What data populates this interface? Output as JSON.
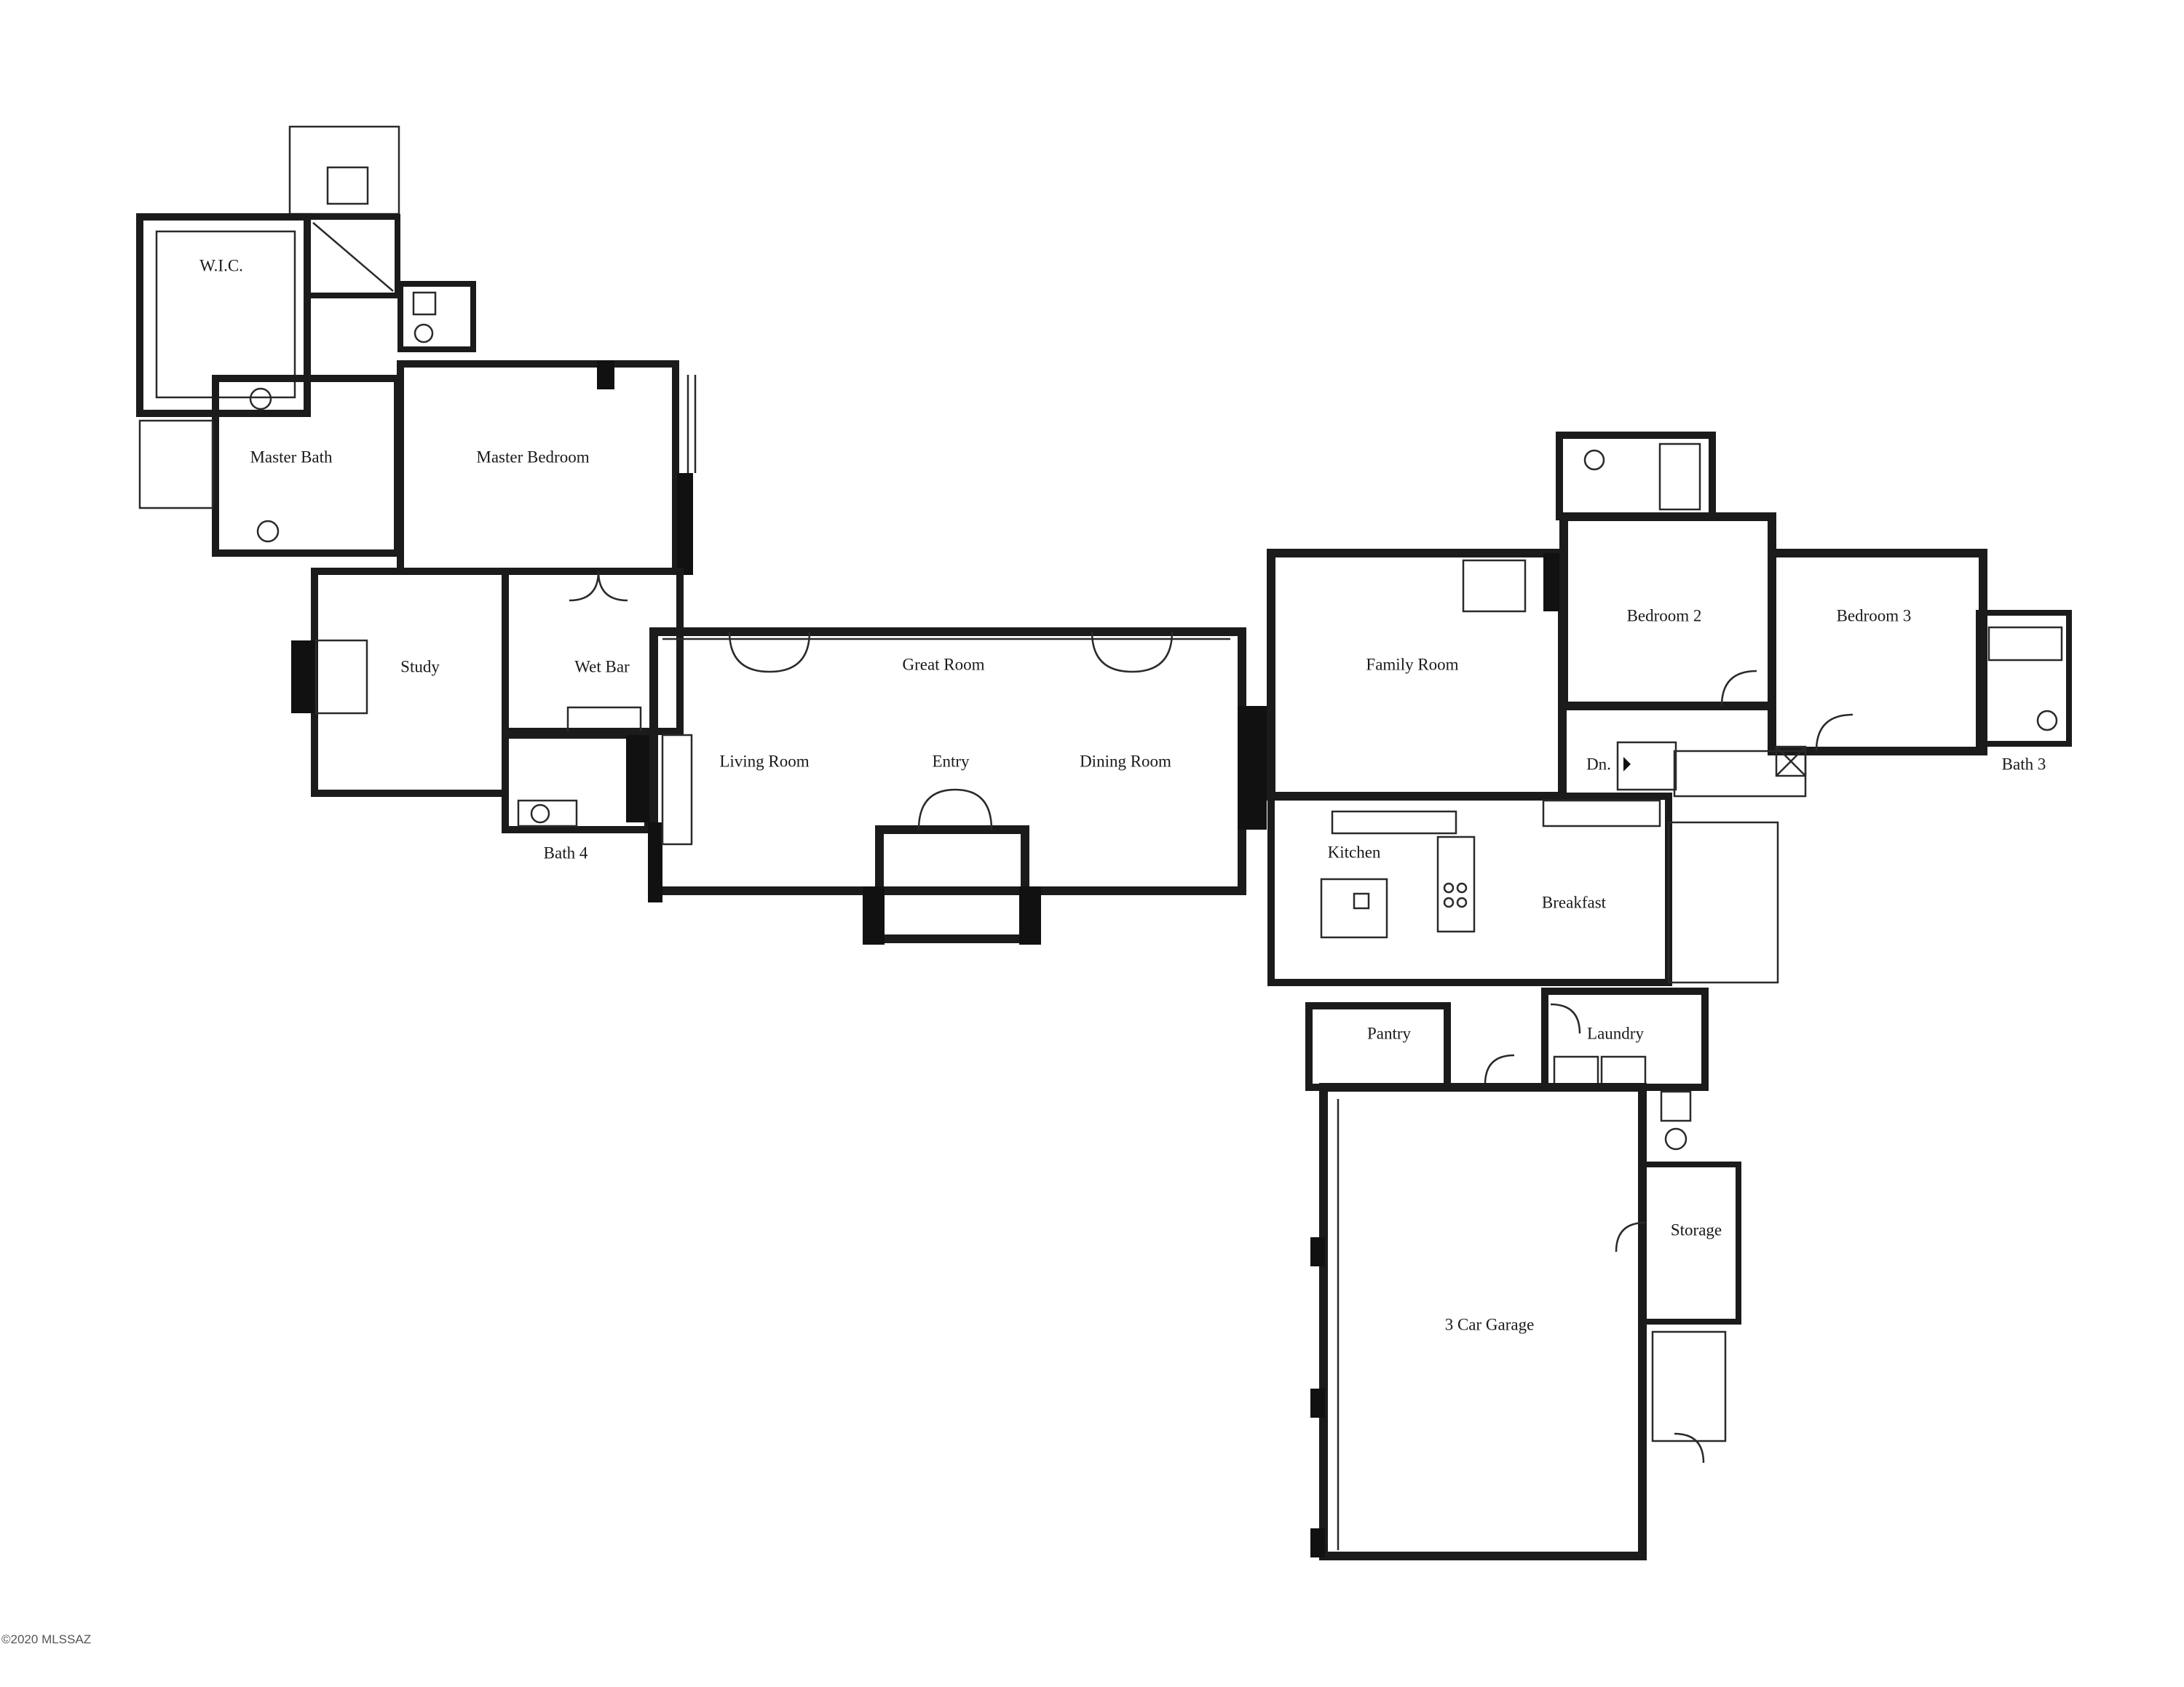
{
  "rooms": {
    "wic": "W.I.C.",
    "master_bath": "Master Bath",
    "master_bedroom": "Master Bedroom",
    "study": "Study",
    "wet_bar": "Wet Bar",
    "bath4": "Bath 4",
    "living_room": "Living Room",
    "great_room": "Great Room",
    "entry": "Entry",
    "dining_room": "Dining Room",
    "family_room": "Family Room",
    "kitchen": "Kitchen",
    "breakfast": "Breakfast",
    "pantry": "Pantry",
    "laundry": "Laundry",
    "bedroom2": "Bedroom 2",
    "bedroom3": "Bedroom 3",
    "bath3": "Bath 3",
    "down": "Dn.",
    "storage": "Storage",
    "garage": "3 Car Garage"
  },
  "watermark": "©2020 MLSSAZ",
  "colors": {
    "ink": "#1b1b1b",
    "paper": "#ffffff"
  }
}
